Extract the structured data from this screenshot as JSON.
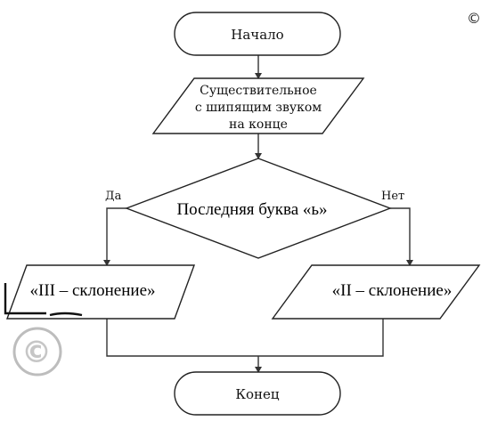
{
  "nodes": {
    "start": "Начало",
    "input_line1": "Существительное",
    "input_line2": "с шипящим звуком",
    "input_line3": "на конце",
    "decision": "Последняя буква «ь»",
    "output_yes": "«III – склонение»",
    "output_no": "«II – склонение»",
    "end": "Конец"
  },
  "edges": {
    "yes_label": "Да",
    "no_label": "Нет"
  },
  "marks": {
    "copyright_top": "©",
    "watermark": "©"
  }
}
